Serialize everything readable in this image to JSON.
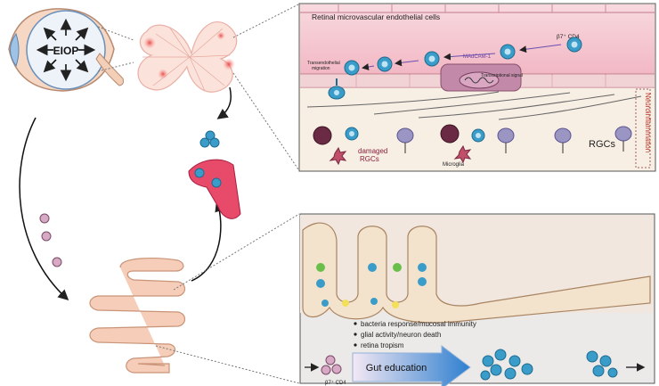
{
  "eye": {
    "label": "EIOP"
  },
  "retina_panel": {
    "title": "Retinal microvascular endothelial cells",
    "cd4_label": "β7⁺ CD4",
    "madcam_label": "MAdCAM-1",
    "transcription_label": "Transcriptional signal",
    "transendothelial_label_line1": "Transendothelial",
    "transendothelial_label_line2": "migration",
    "damaged_label_line1": "damaged",
    "damaged_label_line2": "RGCs",
    "rgcs_label": "RGCs",
    "microglia_label": "Microglia",
    "side_label": "Neuroinflammation"
  },
  "gut_panel": {
    "bullets": [
      "bacteria response/mucosal immunity",
      "glial activity/neuron death",
      "retina tropism"
    ],
    "gut_education_label": "Gut education",
    "cd4_label": "β7⁺ CD4"
  },
  "colors": {
    "vessel_pink": "#f6c8d0",
    "tissue_beige": "#f7eee4",
    "gut_panel_bg": "#ece9e6",
    "cell_blue": "#3a9cc8",
    "damaged_cell": "#6b2a44",
    "rgc_purple": "#9b95c4",
    "arrow_blue": "#2e7fcf"
  }
}
